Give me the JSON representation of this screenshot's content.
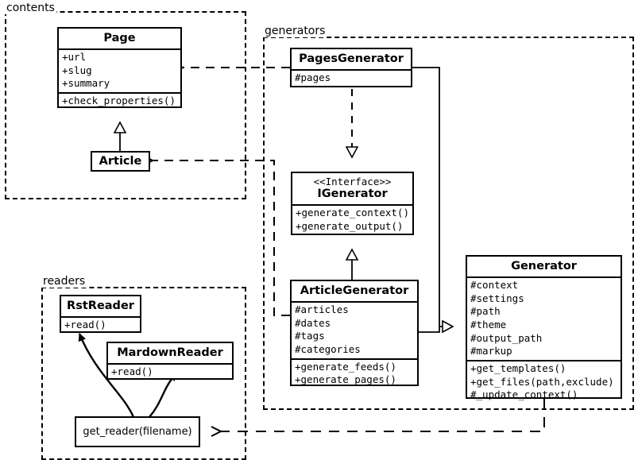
{
  "diagram": {
    "type": "uml-class-diagram",
    "packages": [
      {
        "id": "contents",
        "label": "contents"
      },
      {
        "id": "generators",
        "label": "generators"
      },
      {
        "id": "readers",
        "label": "readers"
      }
    ]
  },
  "classes": {
    "page": {
      "name": "Page",
      "attributes": [
        "+url",
        "+slug",
        "+summary"
      ],
      "methods": [
        "+check_properties()"
      ]
    },
    "article": {
      "name": "Article",
      "attributes": [],
      "methods": []
    },
    "pages_generator": {
      "name": "PagesGenerator",
      "attributes": [
        "#pages"
      ],
      "methods": []
    },
    "igenerator": {
      "stereotype": "<<Interface>>",
      "name": "IGenerator",
      "attributes": [],
      "methods": [
        "+generate_context()",
        "+generate_output()"
      ]
    },
    "article_generator": {
      "name": "ArticleGenerator",
      "attributes": [
        "#articles",
        "#dates",
        "#tags",
        "#categories"
      ],
      "methods": [
        "+generate_feeds()",
        "+generate_pages()"
      ]
    },
    "generator": {
      "name": "Generator",
      "attributes": [
        "#context",
        "#settings",
        "#path",
        "#theme",
        "#output_path",
        "#markup"
      ],
      "methods": [
        "+get_templates()",
        "+get_files(path,exclude)",
        "#_update_context()"
      ]
    },
    "rst_reader": {
      "name": "RstReader",
      "attributes": [],
      "methods": [
        "+read()"
      ]
    },
    "markdown_reader": {
      "name": "MardownReader",
      "attributes": [],
      "methods": [
        "+read()"
      ]
    },
    "get_reader": {
      "name": "get_reader(filename)"
    }
  },
  "relationships": [
    {
      "from": "article",
      "to": "page",
      "type": "generalization"
    },
    {
      "from": "pages_generator",
      "to": "page",
      "type": "dependency"
    },
    {
      "from": "article_generator",
      "to": "article",
      "type": "dependency"
    },
    {
      "from": "pages_generator",
      "to": "igenerator",
      "type": "realization"
    },
    {
      "from": "article_generator",
      "to": "igenerator",
      "type": "generalization"
    },
    {
      "from": "pages_generator",
      "to": "generator",
      "type": "generalization"
    },
    {
      "from": "article_generator",
      "to": "generator",
      "type": "generalization"
    },
    {
      "from": "generator",
      "to": "get_reader",
      "type": "dependency"
    },
    {
      "from": "get_reader",
      "to": "rst_reader",
      "type": "creates"
    },
    {
      "from": "get_reader",
      "to": "markdown_reader",
      "type": "creates"
    }
  ],
  "colors": {
    "stroke": "#000000",
    "background": "#ffffff"
  }
}
